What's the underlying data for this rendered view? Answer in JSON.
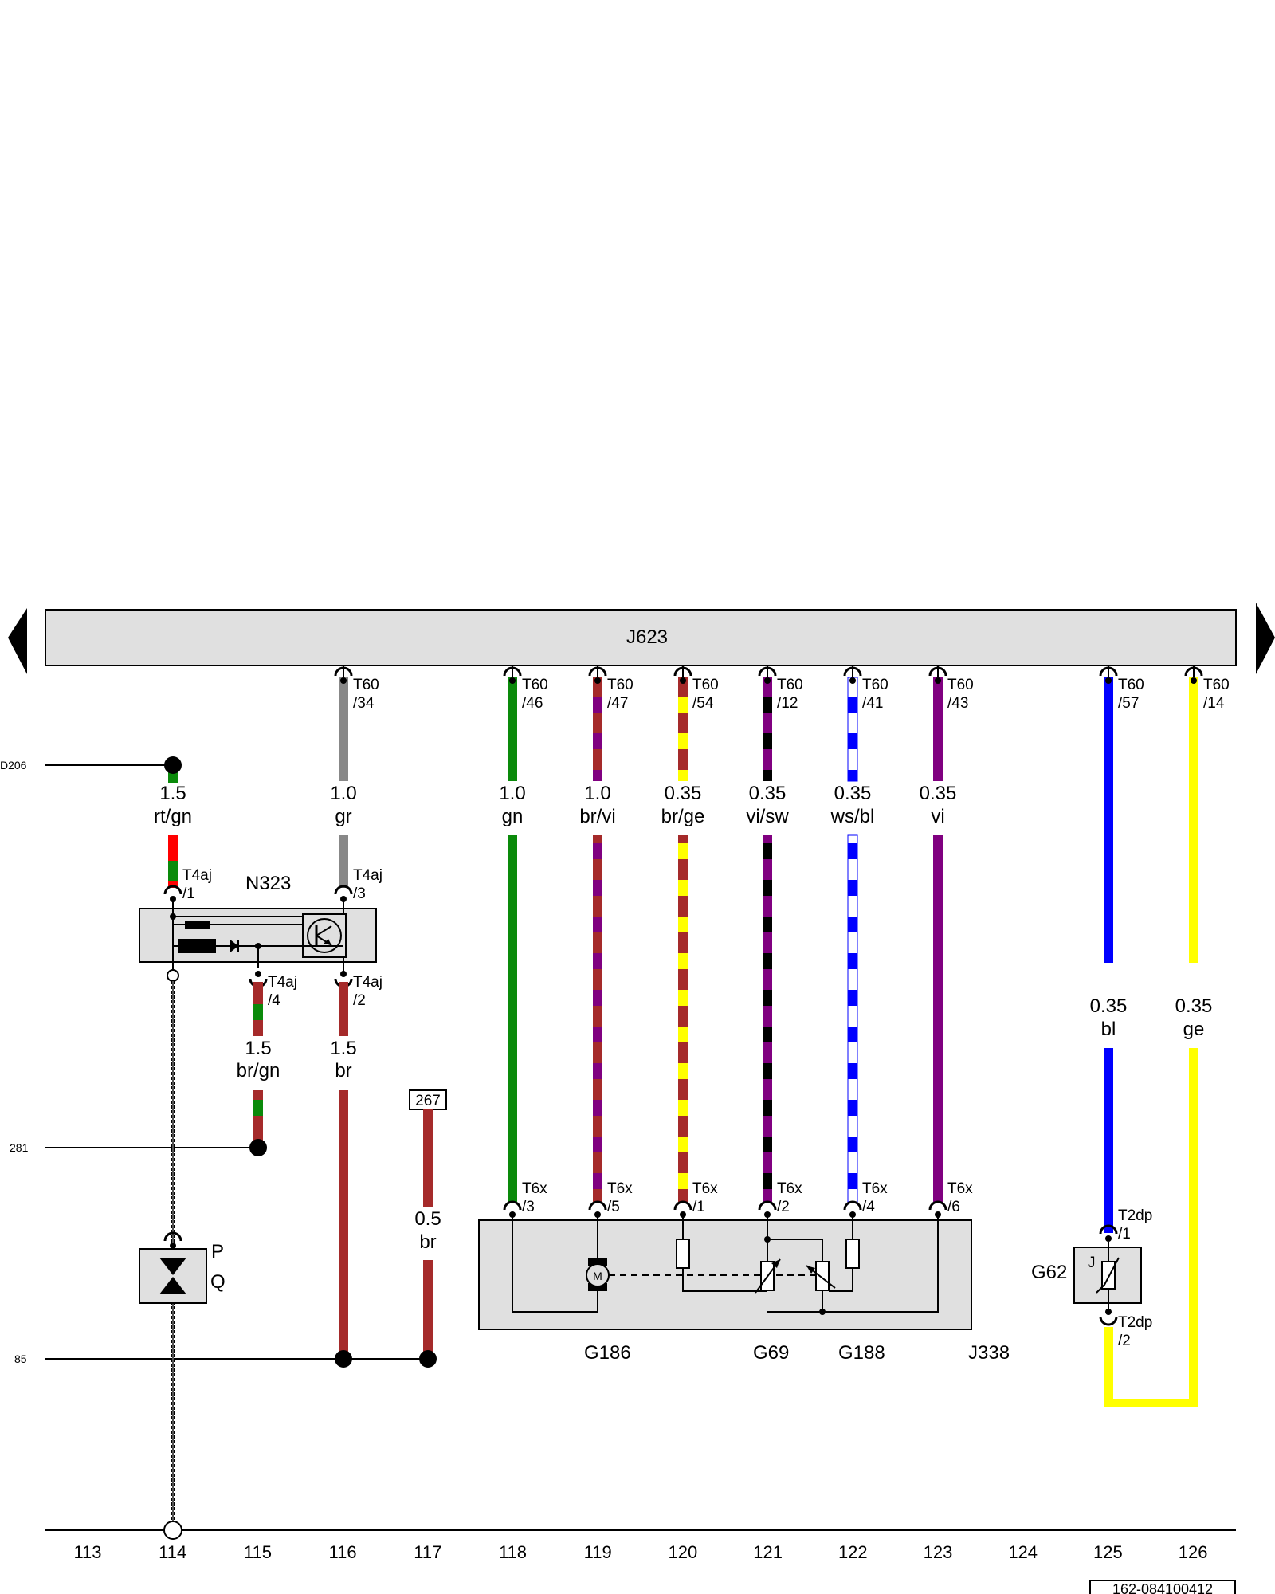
{
  "ecu": {
    "label": "J623",
    "color": "#e0e0e0"
  },
  "page_ref": "162-084100412",
  "colors": {
    "gn": "#0a8a0a",
    "rt": "#ff0000",
    "br": "#a52a2a",
    "gr": "#888888",
    "vi": "#800080",
    "ge": "#ffff00",
    "sw": "#000000",
    "ws": "#ffffff",
    "bl": "#0000ff",
    "box": "#e0e0e0"
  },
  "left_refs": {
    "top": "D206",
    "mid": "281",
    "bottom": "85"
  },
  "wires": {
    "w114": {
      "gauge": "1.5",
      "color": "rt/gn"
    },
    "w116": {
      "pin": "T60",
      "pin_sub": "/34",
      "gauge": "1.0",
      "color": "gr"
    },
    "w115b": {
      "gauge": "1.5",
      "color": "br/gn"
    },
    "w116b": {
      "gauge": "1.5",
      "color": "br"
    },
    "w117": {
      "ref": "267",
      "gauge": "0.5",
      "color": "br"
    },
    "w118": {
      "pin": "T60",
      "pin_sub": "/46",
      "gauge": "1.0",
      "color": "gn",
      "bottom_pin": "T6x",
      "bottom_sub": "/3"
    },
    "w119": {
      "pin": "T60",
      "pin_sub": "/47",
      "gauge": "1.0",
      "color": "br/vi",
      "bottom_pin": "T6x",
      "bottom_sub": "/5"
    },
    "w120": {
      "pin": "T60",
      "pin_sub": "/54",
      "gauge": "0.35",
      "color": "br/ge",
      "bottom_pin": "T6x",
      "bottom_sub": "/1"
    },
    "w121": {
      "pin": "T60",
      "pin_sub": "/12",
      "gauge": "0.35",
      "color": "vi/sw",
      "bottom_pin": "T6x",
      "bottom_sub": "/2"
    },
    "w122": {
      "pin": "T60",
      "pin_sub": "/41",
      "gauge": "0.35",
      "color": "ws/bl",
      "bottom_pin": "T6x",
      "bottom_sub": "/4"
    },
    "w123": {
      "pin": "T60",
      "pin_sub": "/43",
      "gauge": "0.35",
      "color": "vi",
      "bottom_pin": "T6x",
      "bottom_sub": "/6"
    },
    "w125": {
      "pin": "T60",
      "pin_sub": "/57",
      "gauge": "0.35",
      "color": "bl",
      "bottom_pin": "T2dp",
      "bottom_sub": "/1"
    },
    "w126": {
      "pin": "T60",
      "pin_sub": "/14",
      "gauge": "0.35",
      "color": "ge"
    }
  },
  "n323": {
    "label": "N323",
    "pin1": "T4aj",
    "pin1_sub": "/1",
    "pin3": "T4aj",
    "pin3_sub": "/3",
    "pin4": "T4aj",
    "pin4_sub": "/4",
    "pin2": "T4aj",
    "pin2_sub": "/2"
  },
  "pq": {
    "p": "P",
    "q": "Q"
  },
  "j338": {
    "label": "J338",
    "g186": "G186",
    "g69": "G69",
    "g188": "G188",
    "motor": "M"
  },
  "g62": {
    "label": "G62",
    "symbol": "J",
    "pin2": "T2dp",
    "pin2_sub": "/2"
  },
  "columns": [
    "113",
    "114",
    "115",
    "116",
    "117",
    "118",
    "119",
    "120",
    "121",
    "122",
    "123",
    "124",
    "125",
    "126"
  ]
}
